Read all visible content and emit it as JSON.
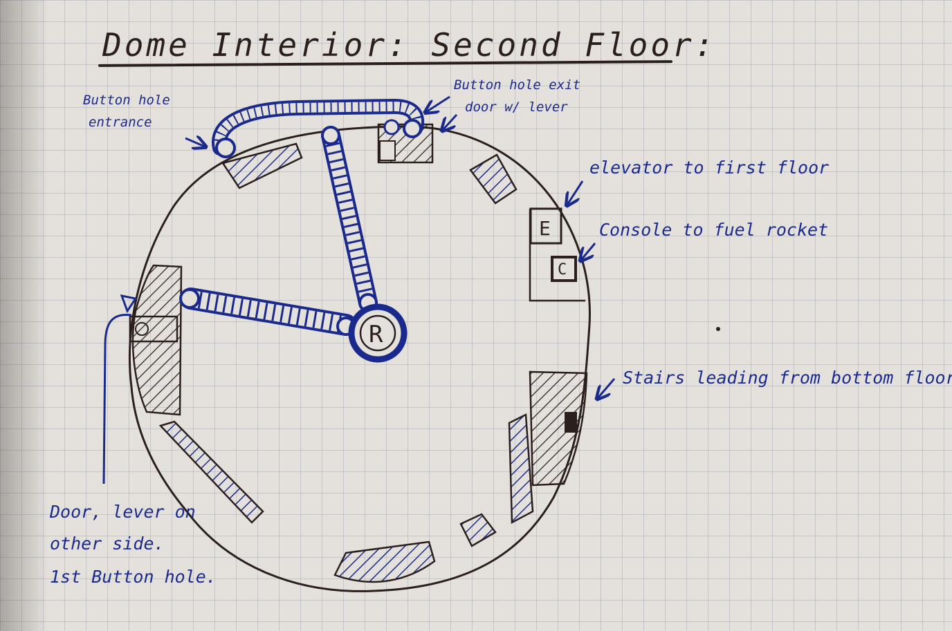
{
  "title": "Dome Interior: Second Floor:",
  "labels": {
    "button_hole_entrance": [
      "Button hole",
      "entrance"
    ],
    "button_hole_exit": [
      "Button hole exit",
      "door w/ lever"
    ],
    "elevator": "elevator to first floor",
    "console": "Console to fuel rocket",
    "stairs": "Stairs leading from bottom floor",
    "door_lever": [
      "Door, lever on",
      "other side.",
      "1st Button hole."
    ]
  },
  "markers": {
    "elevator": "E",
    "console": "C",
    "robot": "R"
  },
  "colors": {
    "ink_blue": "#1a2a8c",
    "ink_dark": "#2a1f1c",
    "paper": "#e4e1dc"
  }
}
